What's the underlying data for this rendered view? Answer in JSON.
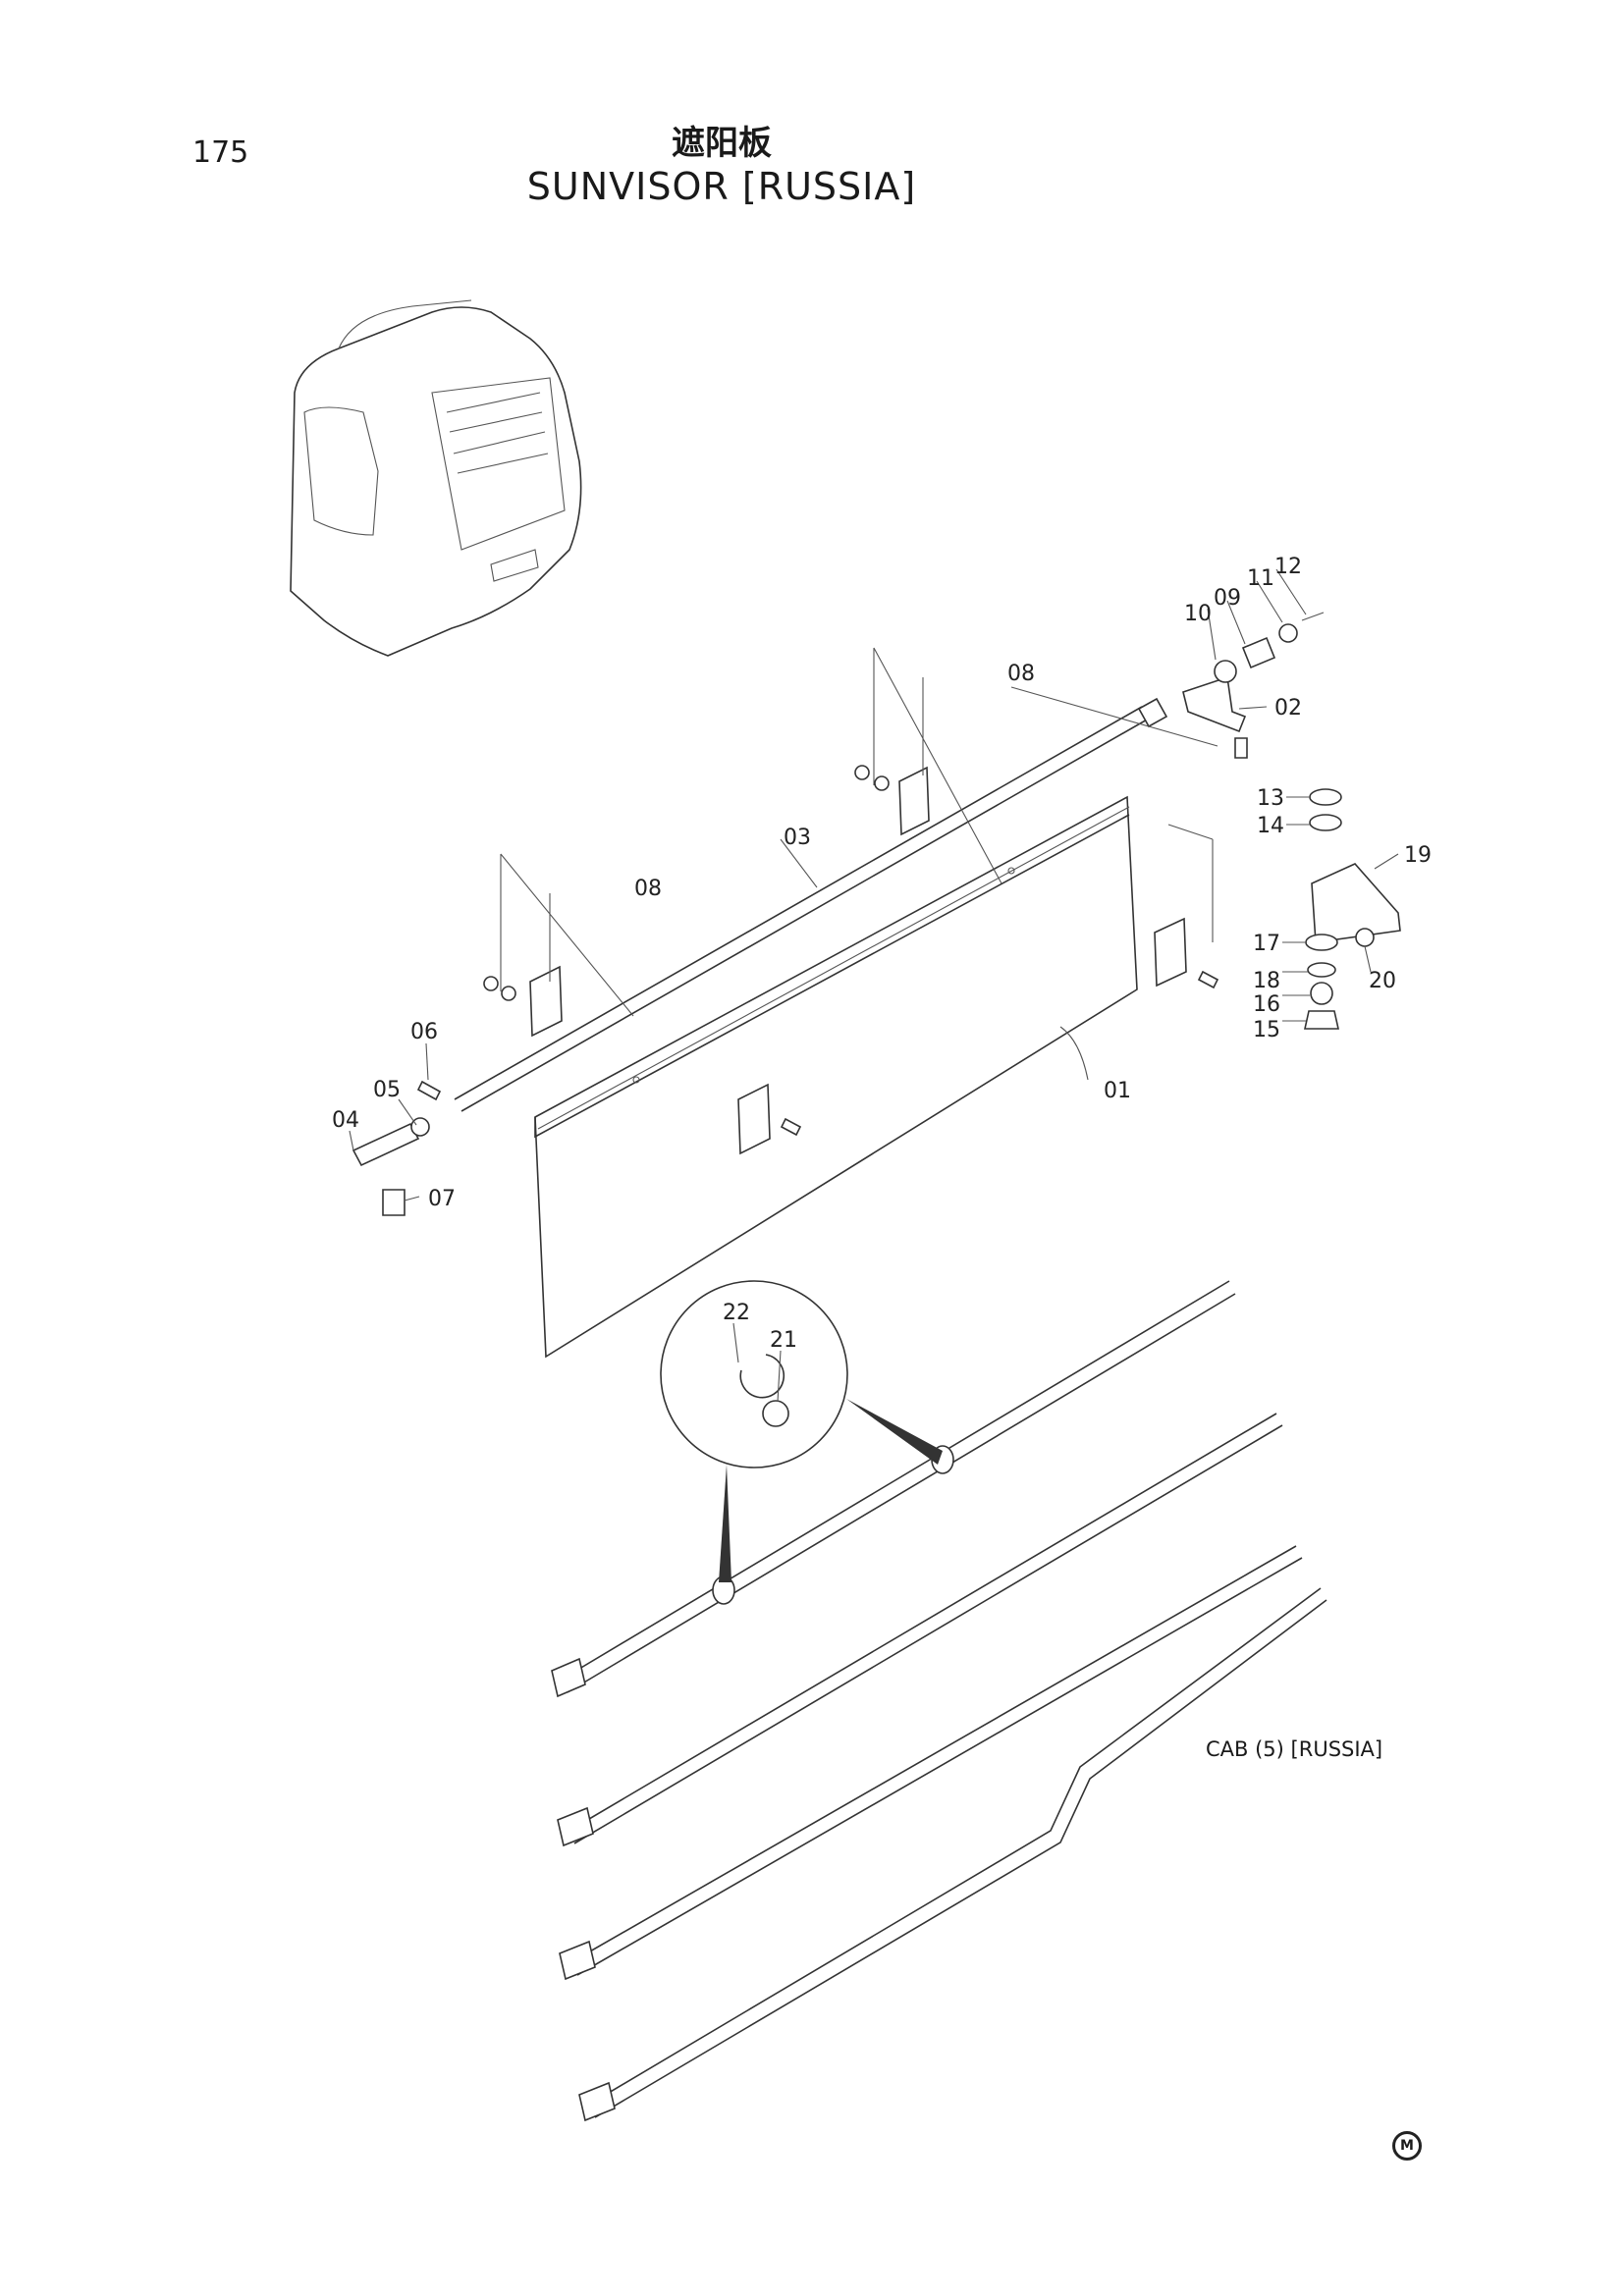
{
  "header": {
    "page_number": "175",
    "title_cn": "遮阳板",
    "title_en": "SUNVISOR [RUSSIA]"
  },
  "callouts": {
    "c01": "01",
    "c02": "02",
    "c03": "03",
    "c04": "04",
    "c05": "05",
    "c06": "06",
    "c07": "07",
    "c08a": "08",
    "c08b": "08",
    "c09": "09",
    "c10": "10",
    "c11": "11",
    "c12": "12",
    "c13": "13",
    "c14": "14",
    "c15": "15",
    "c16": "16",
    "c17": "17",
    "c18": "18",
    "c19": "19",
    "c20": "20",
    "c21": "21",
    "c22": "22"
  },
  "caption": "CAB (5) [RUSSIA]",
  "corner_mark": "M"
}
